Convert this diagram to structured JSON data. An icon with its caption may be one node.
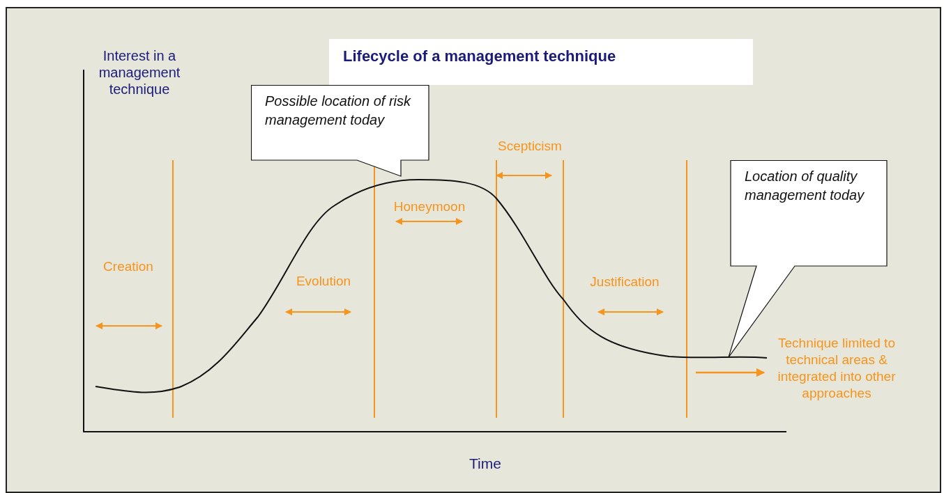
{
  "diagram": {
    "title": "Lifecycle of a management technique",
    "nodes": [
      {
        "text": [
          "Possible location of risk management today"
        ]
      },
      {
        "text": [
          "Location of quality management today"
        ]
      }
    ],
    "labels": [
      "Interest in a management technique",
      "Scepticism",
      "Honeymoon",
      "Creation",
      "Evolution",
      "Justification",
      "Technique limited to technical areas & integrated into other approaches",
      "Time"
    ]
  }
}
